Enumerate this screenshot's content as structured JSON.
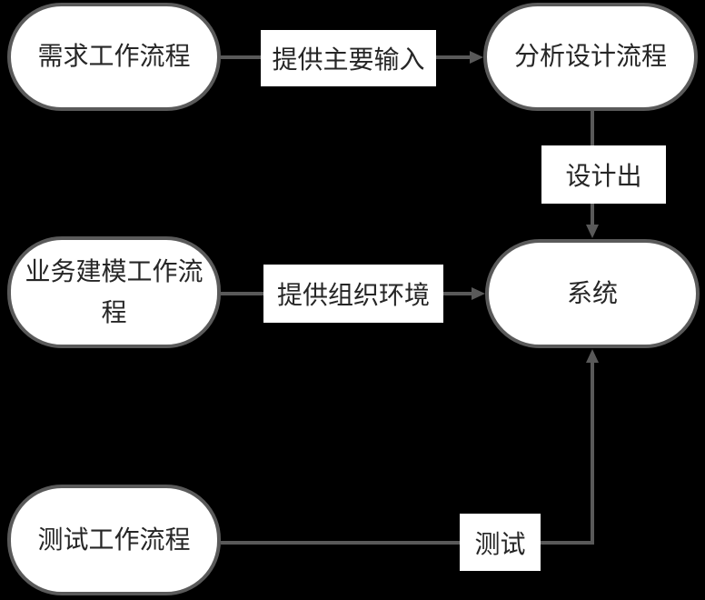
{
  "diagram": {
    "background_color": "#000000",
    "stroke_color": "#595959",
    "node_fill_color": "#ffffff",
    "label_fill_color": "#ffffff",
    "text_color": "#262626",
    "nodes": [
      {
        "id": "requirements",
        "label": "需求工作流程"
      },
      {
        "id": "analysis-design",
        "label": "分析设计流程"
      },
      {
        "id": "business-modeling",
        "label": "业务建模工作流\n程"
      },
      {
        "id": "system",
        "label": "系统"
      },
      {
        "id": "testing",
        "label": "测试工作流程"
      }
    ],
    "edges": [
      {
        "from": "requirements",
        "to": "analysis-design",
        "label": "提供主要输入"
      },
      {
        "from": "analysis-design",
        "to": "system",
        "label": "设计出"
      },
      {
        "from": "business-modeling",
        "to": "system",
        "label": "提供组织环境"
      },
      {
        "from": "testing",
        "to": "system",
        "label": "测试"
      }
    ]
  }
}
